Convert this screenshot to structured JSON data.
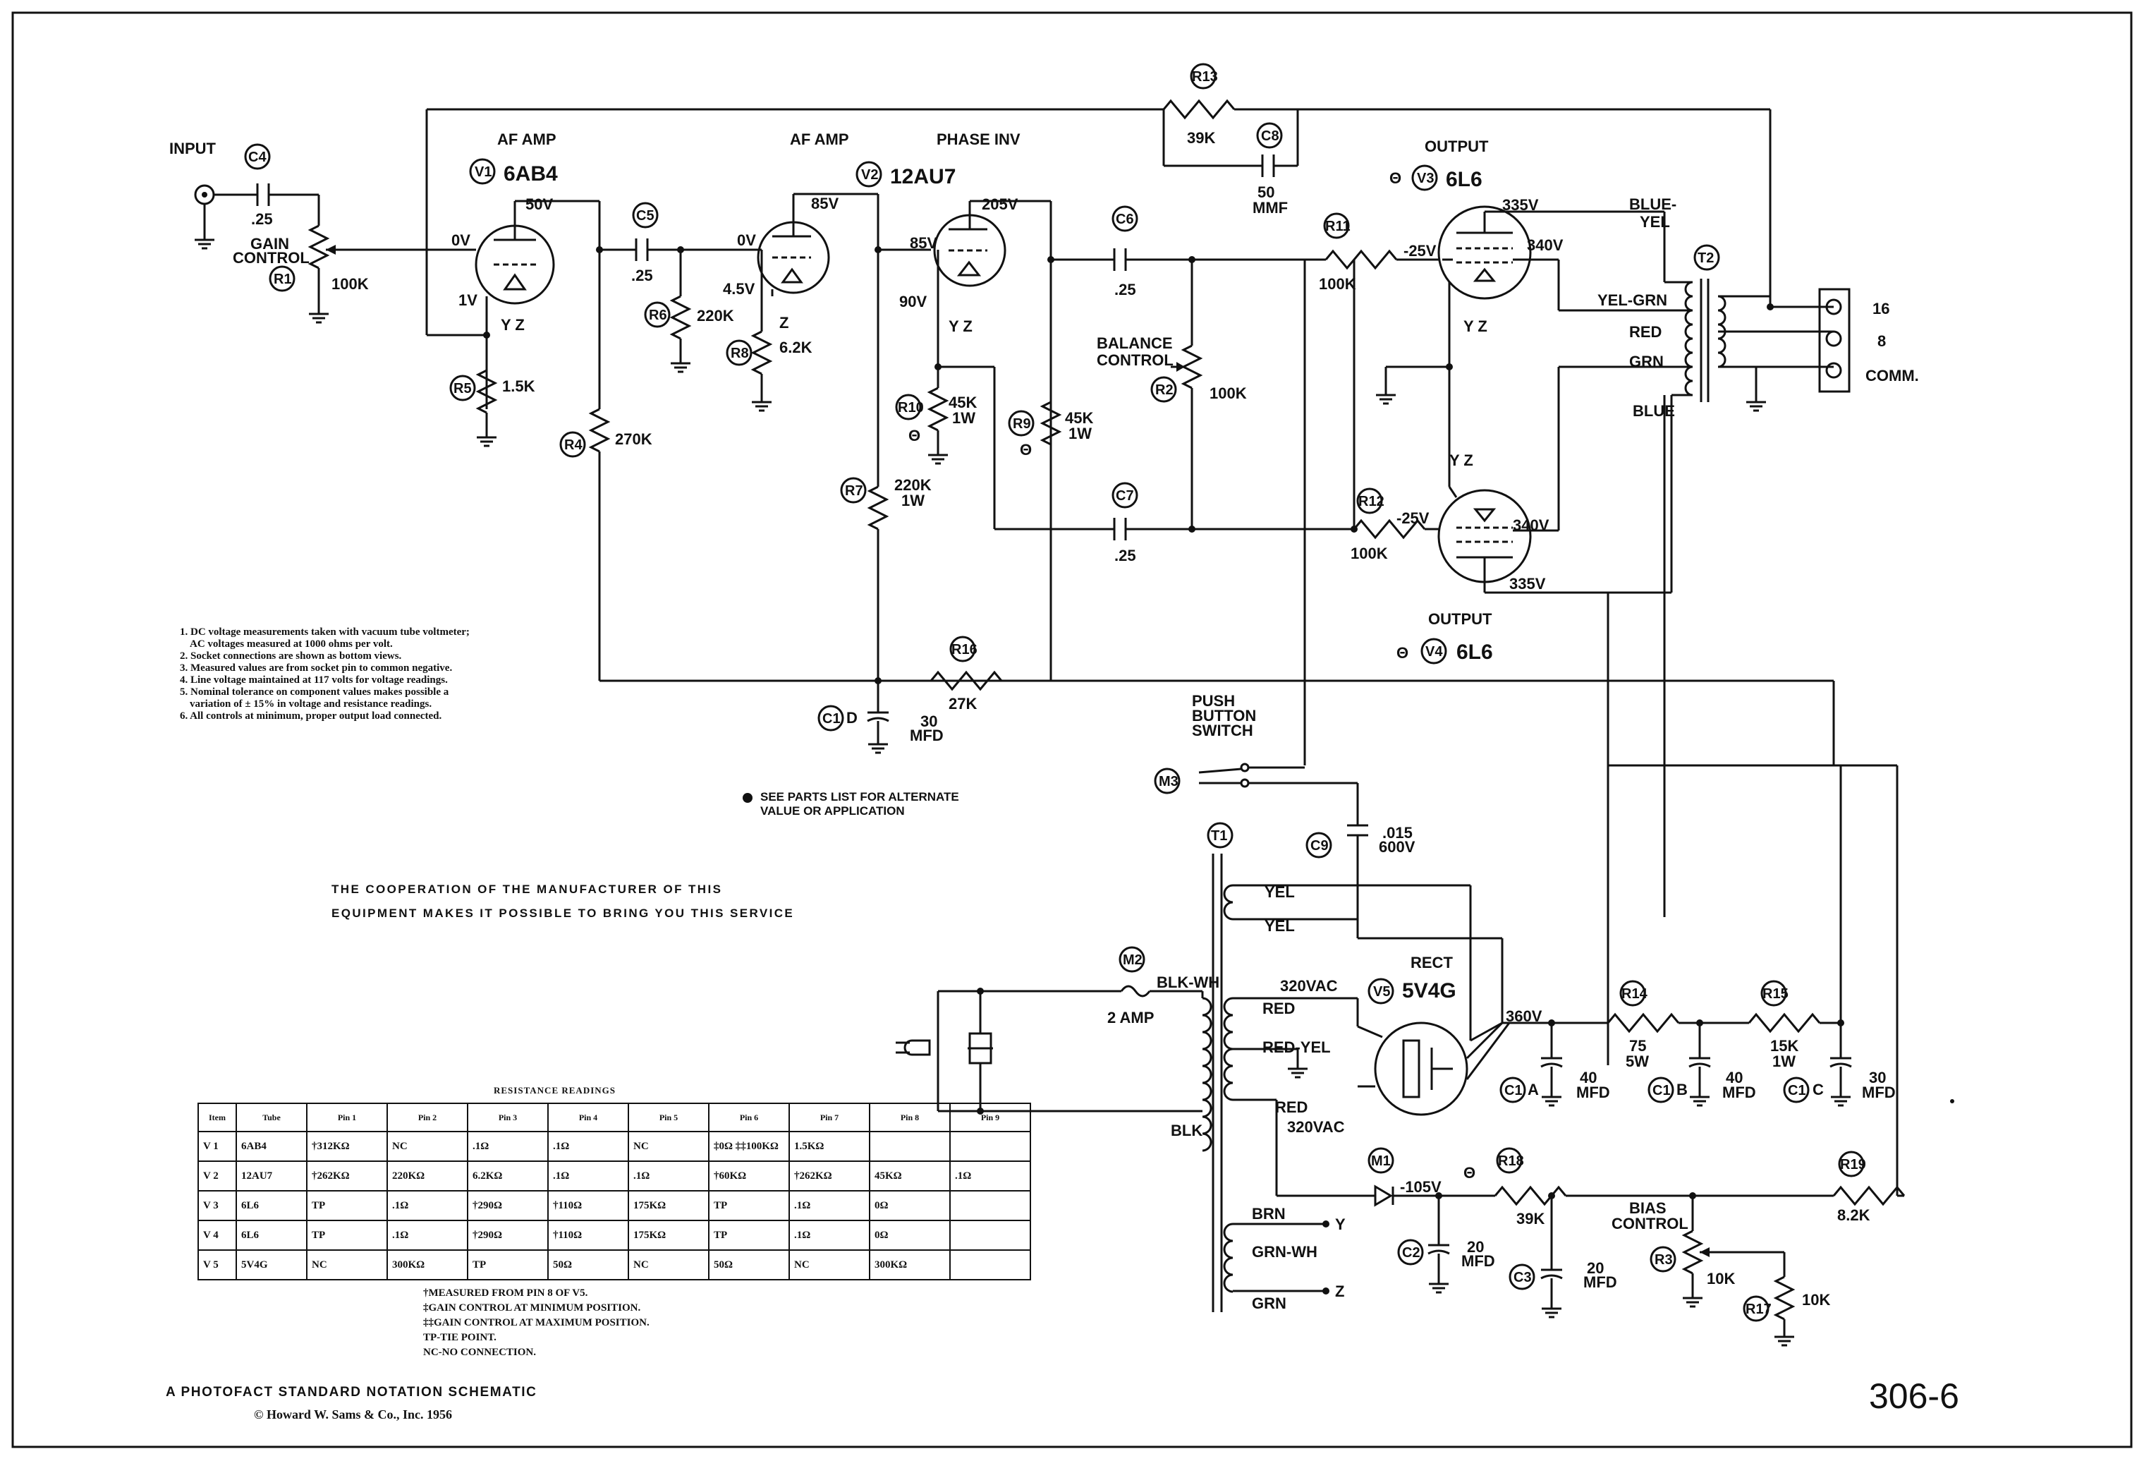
{
  "title": "A PHOTOFACT STANDARD NOTATION SCHEMATIC",
  "copyright": "© Howard W. Sams & Co., Inc. 1956",
  "doc_number": "306-6",
  "cooperation": [
    "THE COOPERATION OF THE MANUFACTURER OF THIS",
    "EQUIPMENT MAKES IT POSSIBLE TO BRING YOU THIS SERVICE"
  ],
  "see_parts": [
    "SEE PARTS LIST FOR ALTERNATE",
    "VALUE OR APPLICATION"
  ],
  "notes": [
    "1. DC voltage measurements taken with vacuum tube voltmeter;",
    "   AC voltages measured at 1000 ohms per volt.",
    "2. Socket connections are shown as bottom views.",
    "3. Measured values are from socket pin to common negative.",
    "4. Line voltage maintained at 117 volts for voltage readings.",
    "5. Nominal tolerance on component values makes possible a",
    "   variation of ± 15% in voltage and resistance readings.",
    "6. All controls at minimum, proper output load connected."
  ],
  "tubes": {
    "v1": {
      "ref": "V1",
      "type": "6AB4",
      "func": "AF AMP"
    },
    "v2": {
      "ref": "V2",
      "type": "12AU7",
      "func_a": "AF AMP",
      "func_b": "PHASE INV"
    },
    "v3": {
      "ref": "V3",
      "type": "6L6",
      "func": "OUTPUT"
    },
    "v4": {
      "ref": "V4",
      "type": "6L6",
      "func": "OUTPUT"
    },
    "v5": {
      "ref": "V5",
      "type": "5V4G",
      "func": "RECT"
    }
  },
  "labels": {
    "input": "INPUT",
    "gain_control": [
      "GAIN",
      "CONTROL"
    ],
    "balance_control": [
      "BALANCE",
      "CONTROL"
    ],
    "bias_control": [
      "BIAS",
      "CONTROL"
    ],
    "push_button": [
      "PUSH",
      "BUTTON",
      "SWITCH"
    ],
    "fuse": "2 AMP",
    "out_16": "16",
    "out_8": "8",
    "out_comm": "COMM.",
    "yz": "Y Z",
    "z": "Z",
    "y": "Y",
    "theta": "Θ"
  },
  "components": {
    "c4": {
      "ref": "C4",
      "value": ".25"
    },
    "r1": {
      "ref": "R1",
      "value": "100K"
    },
    "r5": {
      "ref": "R5",
      "value": "1.5K"
    },
    "r4": {
      "ref": "R4",
      "value": "270K"
    },
    "c5": {
      "ref": "C5",
      "value": ".25"
    },
    "r6": {
      "ref": "R6",
      "value": "220K"
    },
    "r8": {
      "ref": "R8",
      "value": "6.2K"
    },
    "r7": {
      "ref": "R7",
      "value": "220K",
      "value2": "1W"
    },
    "r10": {
      "ref": "R10",
      "value": "45K",
      "value2": "1W"
    },
    "r9": {
      "ref": "R9",
      "value": "45K",
      "value2": "1W"
    },
    "c6": {
      "ref": "C6",
      "value": ".25"
    },
    "c7": {
      "ref": "C7",
      "value": ".25"
    },
    "r2": {
      "ref": "R2",
      "value": "100K"
    },
    "r13": {
      "ref": "R13",
      "value": "39K"
    },
    "c8": {
      "ref": "C8",
      "value": "50",
      "value2": "MMF"
    },
    "r11": {
      "ref": "R11",
      "value": "100K"
    },
    "r12": {
      "ref": "R12",
      "value": "100K"
    },
    "r16": {
      "ref": "R16",
      "value": "27K"
    },
    "c1d": {
      "ref": "C1",
      "sec": "D",
      "value": "30",
      "value2": "MFD"
    },
    "m3": {
      "ref": "M3"
    },
    "t1": {
      "ref": "T1"
    },
    "t2": {
      "ref": "T2"
    },
    "c9": {
      "ref": "C9",
      "value": ".015",
      "value2": "600V"
    },
    "m2": {
      "ref": "M2"
    },
    "r14": {
      "ref": "R14",
      "value": "75",
      "value2": "5W"
    },
    "r15": {
      "ref": "R15",
      "value": "15K",
      "value2": "1W"
    },
    "c1a": {
      "ref": "C1",
      "sec": "A",
      "value": "40",
      "value2": "MFD"
    },
    "c1b": {
      "ref": "C1",
      "sec": "B",
      "value": "40",
      "value2": "MFD"
    },
    "c1c": {
      "ref": "C1",
      "sec": "C",
      "value": "30",
      "value2": "MFD"
    },
    "m1": {
      "ref": "M1"
    },
    "r18": {
      "ref": "R18",
      "value": "39K"
    },
    "r19": {
      "ref": "R19",
      "value": "8.2K"
    },
    "c2": {
      "ref": "C2",
      "value": "20",
      "value2": "MFD"
    },
    "c3": {
      "ref": "C3",
      "value": "20",
      "value2": "MFD"
    },
    "r3": {
      "ref": "R3",
      "value": "10K"
    },
    "r17": {
      "ref": "R17",
      "value": "10K"
    }
  },
  "voltages": {
    "v1_plate": "50V",
    "v1_grid": "0V",
    "v1_cath": "1V",
    "v2a_plate": "85V",
    "v2a_grid": "0V",
    "v2a_cath": "4.5V",
    "v2b_grid": "85V",
    "v2b_plate": "205V",
    "v2b_cath": "90V",
    "v3_screen": "335V",
    "v3_grid": "-25V",
    "v3_plate": "340V",
    "v4_grid": "-25V",
    "v4_plate": "340V",
    "v4_screen": "335V",
    "b_plus": "360V",
    "hv_ac_top": "320VAC",
    "hv_ac_bot": "320VAC",
    "bias": "-105V"
  },
  "wire_colors": {
    "blue_yel": [
      "BLUE-",
      "YEL"
    ],
    "yel_grn": "YEL-GRN",
    "red": "RED",
    "grn": "GRN",
    "blue": "BLUE",
    "t1_yel1": "YEL",
    "t1_yel2": "YEL",
    "t1_red1": "RED",
    "t1_redyel": "RED-YEL",
    "t1_red2": "RED",
    "blk_wh": "BLK-WH",
    "blk": "BLK",
    "brn": "BRN",
    "grn_wh": "GRN-WH",
    "t1_grn": "GRN"
  },
  "resistance_table": {
    "title": "RESISTANCE READINGS",
    "headers": [
      "Item",
      "Tube",
      "Pin 1",
      "Pin 2",
      "Pin 3",
      "Pin 4",
      "Pin 5",
      "Pin 6",
      "Pin 7",
      "Pin 8",
      "Pin 9"
    ],
    "rows": [
      [
        "V 1",
        "6AB4",
        "†312KΩ",
        "NC",
        ".1Ω",
        ".1Ω",
        "NC",
        "‡0Ω ‡‡100KΩ",
        "1.5KΩ",
        "",
        ""
      ],
      [
        "V 2",
        "12AU7",
        "†262KΩ",
        "220KΩ",
        "6.2KΩ",
        ".1Ω",
        ".1Ω",
        "†60KΩ",
        "†262KΩ",
        "45KΩ",
        ".1Ω"
      ],
      [
        "V 3",
        "6L6",
        "TP",
        ".1Ω",
        "†290Ω",
        "†110Ω",
        "175KΩ",
        "TP",
        ".1Ω",
        "0Ω",
        ""
      ],
      [
        "V 4",
        "6L6",
        "TP",
        ".1Ω",
        "†290Ω",
        "†110Ω",
        "175KΩ",
        "TP",
        ".1Ω",
        "0Ω",
        ""
      ],
      [
        "V 5",
        "5V4G",
        "NC",
        "300KΩ",
        "TP",
        "50Ω",
        "NC",
        "50Ω",
        "NC",
        "300KΩ",
        ""
      ]
    ],
    "footnotes": [
      "†MEASURED FROM PIN 8 OF V5.",
      "‡GAIN CONTROL AT MINIMUM POSITION.",
      "‡‡GAIN CONTROL AT MAXIMUM POSITION.",
      "TP-TIE POINT.",
      "NC-NO CONNECTION."
    ]
  }
}
